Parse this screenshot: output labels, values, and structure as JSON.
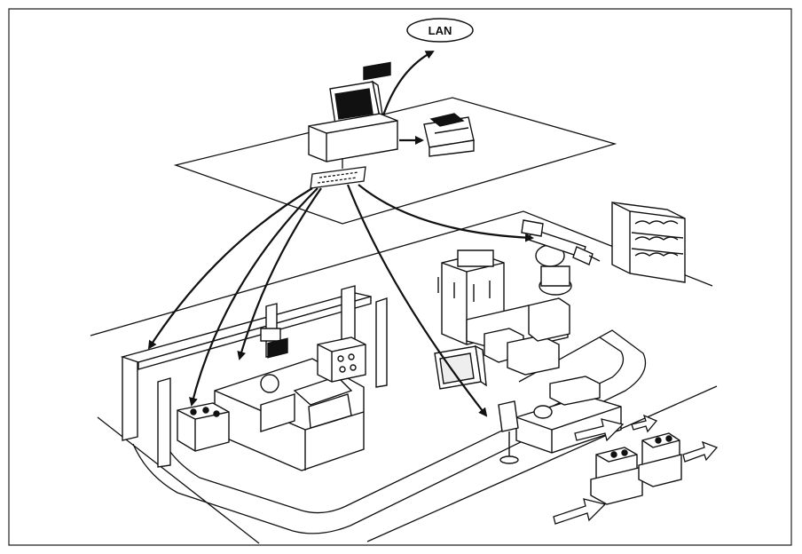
{
  "diagram": {
    "network_node": {
      "label": "LAN"
    },
    "colors": {
      "ink": "#111111",
      "paper": "#ffffff",
      "frame": "#222222"
    },
    "components": [
      {
        "name": "host-computer",
        "icon": "computer-terminal-icon"
      },
      {
        "name": "printer",
        "icon": "printer-icon"
      },
      {
        "name": "keyboard",
        "icon": "keyboard-icon"
      },
      {
        "name": "industrial-robot",
        "icon": "robot-arm-icon"
      },
      {
        "name": "tool-storage-rack",
        "icon": "shelf-rack-icon"
      },
      {
        "name": "gantry-crane",
        "icon": "gantry-icon"
      },
      {
        "name": "cnc-machine-tool",
        "icon": "machine-tool-icon"
      },
      {
        "name": "machining-center",
        "icon": "machining-center-icon"
      },
      {
        "name": "conveyor-line",
        "icon": "conveyor-icon"
      },
      {
        "name": "pallet-stacks",
        "icon": "pallet-icon"
      },
      {
        "name": "inspection-terminal",
        "icon": "terminal-icon"
      }
    ]
  }
}
